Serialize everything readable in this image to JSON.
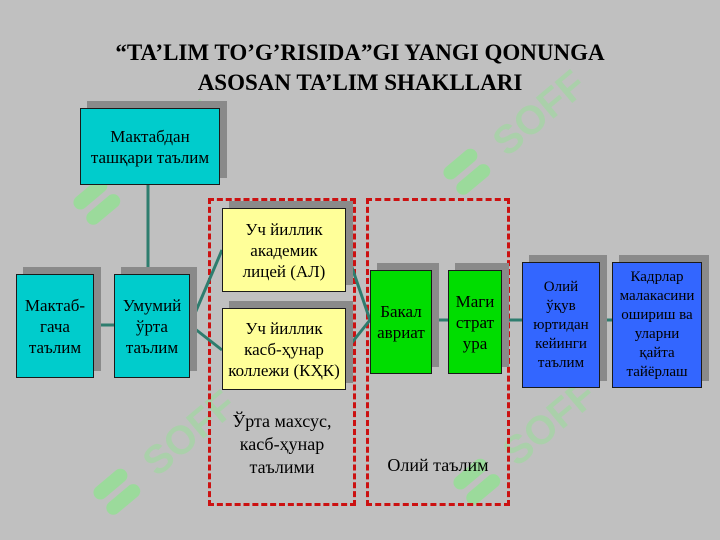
{
  "title": {
    "line1": "“TA’LIM TO’G’RISIDA”GI  YANGI QONUNGA",
    "line2": "ASOSAN TA’LIM SHAKLLARI"
  },
  "nodes": {
    "extracurricular": "Мактабдан\nташқари  таълим",
    "preschool": "Мактаб-\nгача\nтаълим",
    "general_secondary": "Умумий\nўрта\nтаълим",
    "academic_lyceum": "Уч йиллик\nакадемик\nлицей (АЛ)",
    "vocational_college": "Уч йиллик\nкасб-ҳунар\nколлежи (КҲК)",
    "bachelor": "Бакал\nавриат",
    "master": "Маги\nстрат\nура",
    "postgraduate": "Олий\nўқув\nюртидан\nкейинги\nтаълим",
    "retraining": "Кадрлар\nмалакасини\nошириш ва\nуларни\nқайта\nтайёрлаш"
  },
  "groups": {
    "secondary_special": "Ўрта махсус,\nкасб-ҳунар\nтаълими",
    "higher": "Олий таълим"
  },
  "colors": {
    "cyan": "#00cccc",
    "yellow": "#ffff99",
    "green": "#00dd00",
    "blue": "#3366ff",
    "connector": "#2e7d6e",
    "dashed_border": "#cc1111",
    "watermark": "#66ee66"
  },
  "watermark_icon": "soff-logo-icon"
}
